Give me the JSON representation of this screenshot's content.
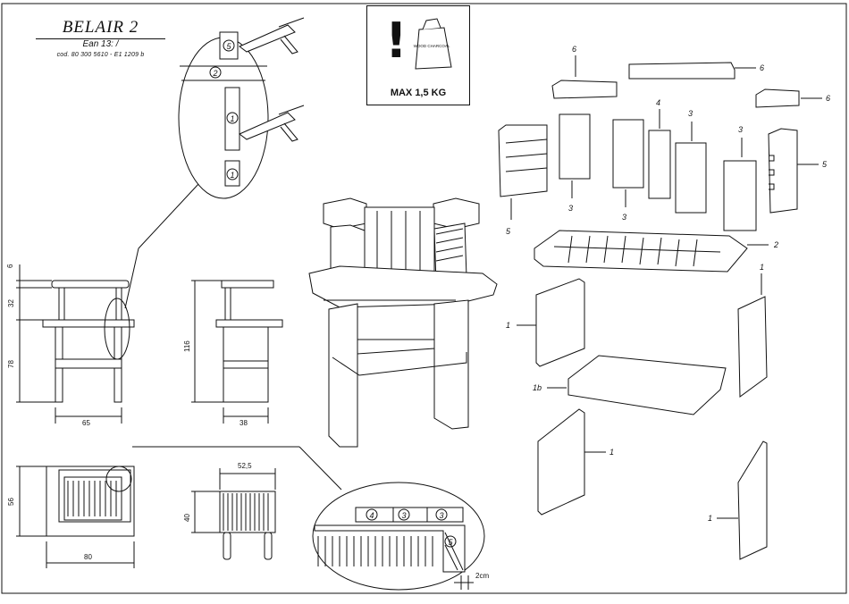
{
  "header": {
    "title": "BELAIR  2",
    "ean": "Ean 13: /",
    "code": "cod. 80 300 5610 - E1 1209 b"
  },
  "warning_box": {
    "symbol": "!",
    "bag_label": "WOOD CHARCOAL",
    "max_text": "MAX 1,5 KG"
  },
  "silicone_detail": {
    "labels": [
      "5",
      "2",
      "1",
      "1"
    ]
  },
  "dimensions": {
    "front_height_top": "6",
    "front_height_mid": "32",
    "front_height_base": "78",
    "front_width": "65",
    "side_height": "116",
    "side_width": "38",
    "plan_depth": "56",
    "plan_width": "80",
    "grill_width": "52,5",
    "grill_height": "40",
    "gap": "2cm"
  },
  "section_detail": {
    "labels": [
      "4",
      "3",
      "3",
      "5"
    ]
  },
  "parts": {
    "top_left_cap": "6",
    "top_long_cap": "6",
    "top_right_cap": "6",
    "panel_left": "5",
    "panel_a": "3",
    "panel_b": "3",
    "panel_c": "4",
    "panel_d": "3",
    "panel_e": "3",
    "panel_right": "5",
    "plate": "2",
    "side_left": "1",
    "side_right": "1",
    "base_slab": "1b",
    "leg_left": "1",
    "leg_right": "1"
  }
}
